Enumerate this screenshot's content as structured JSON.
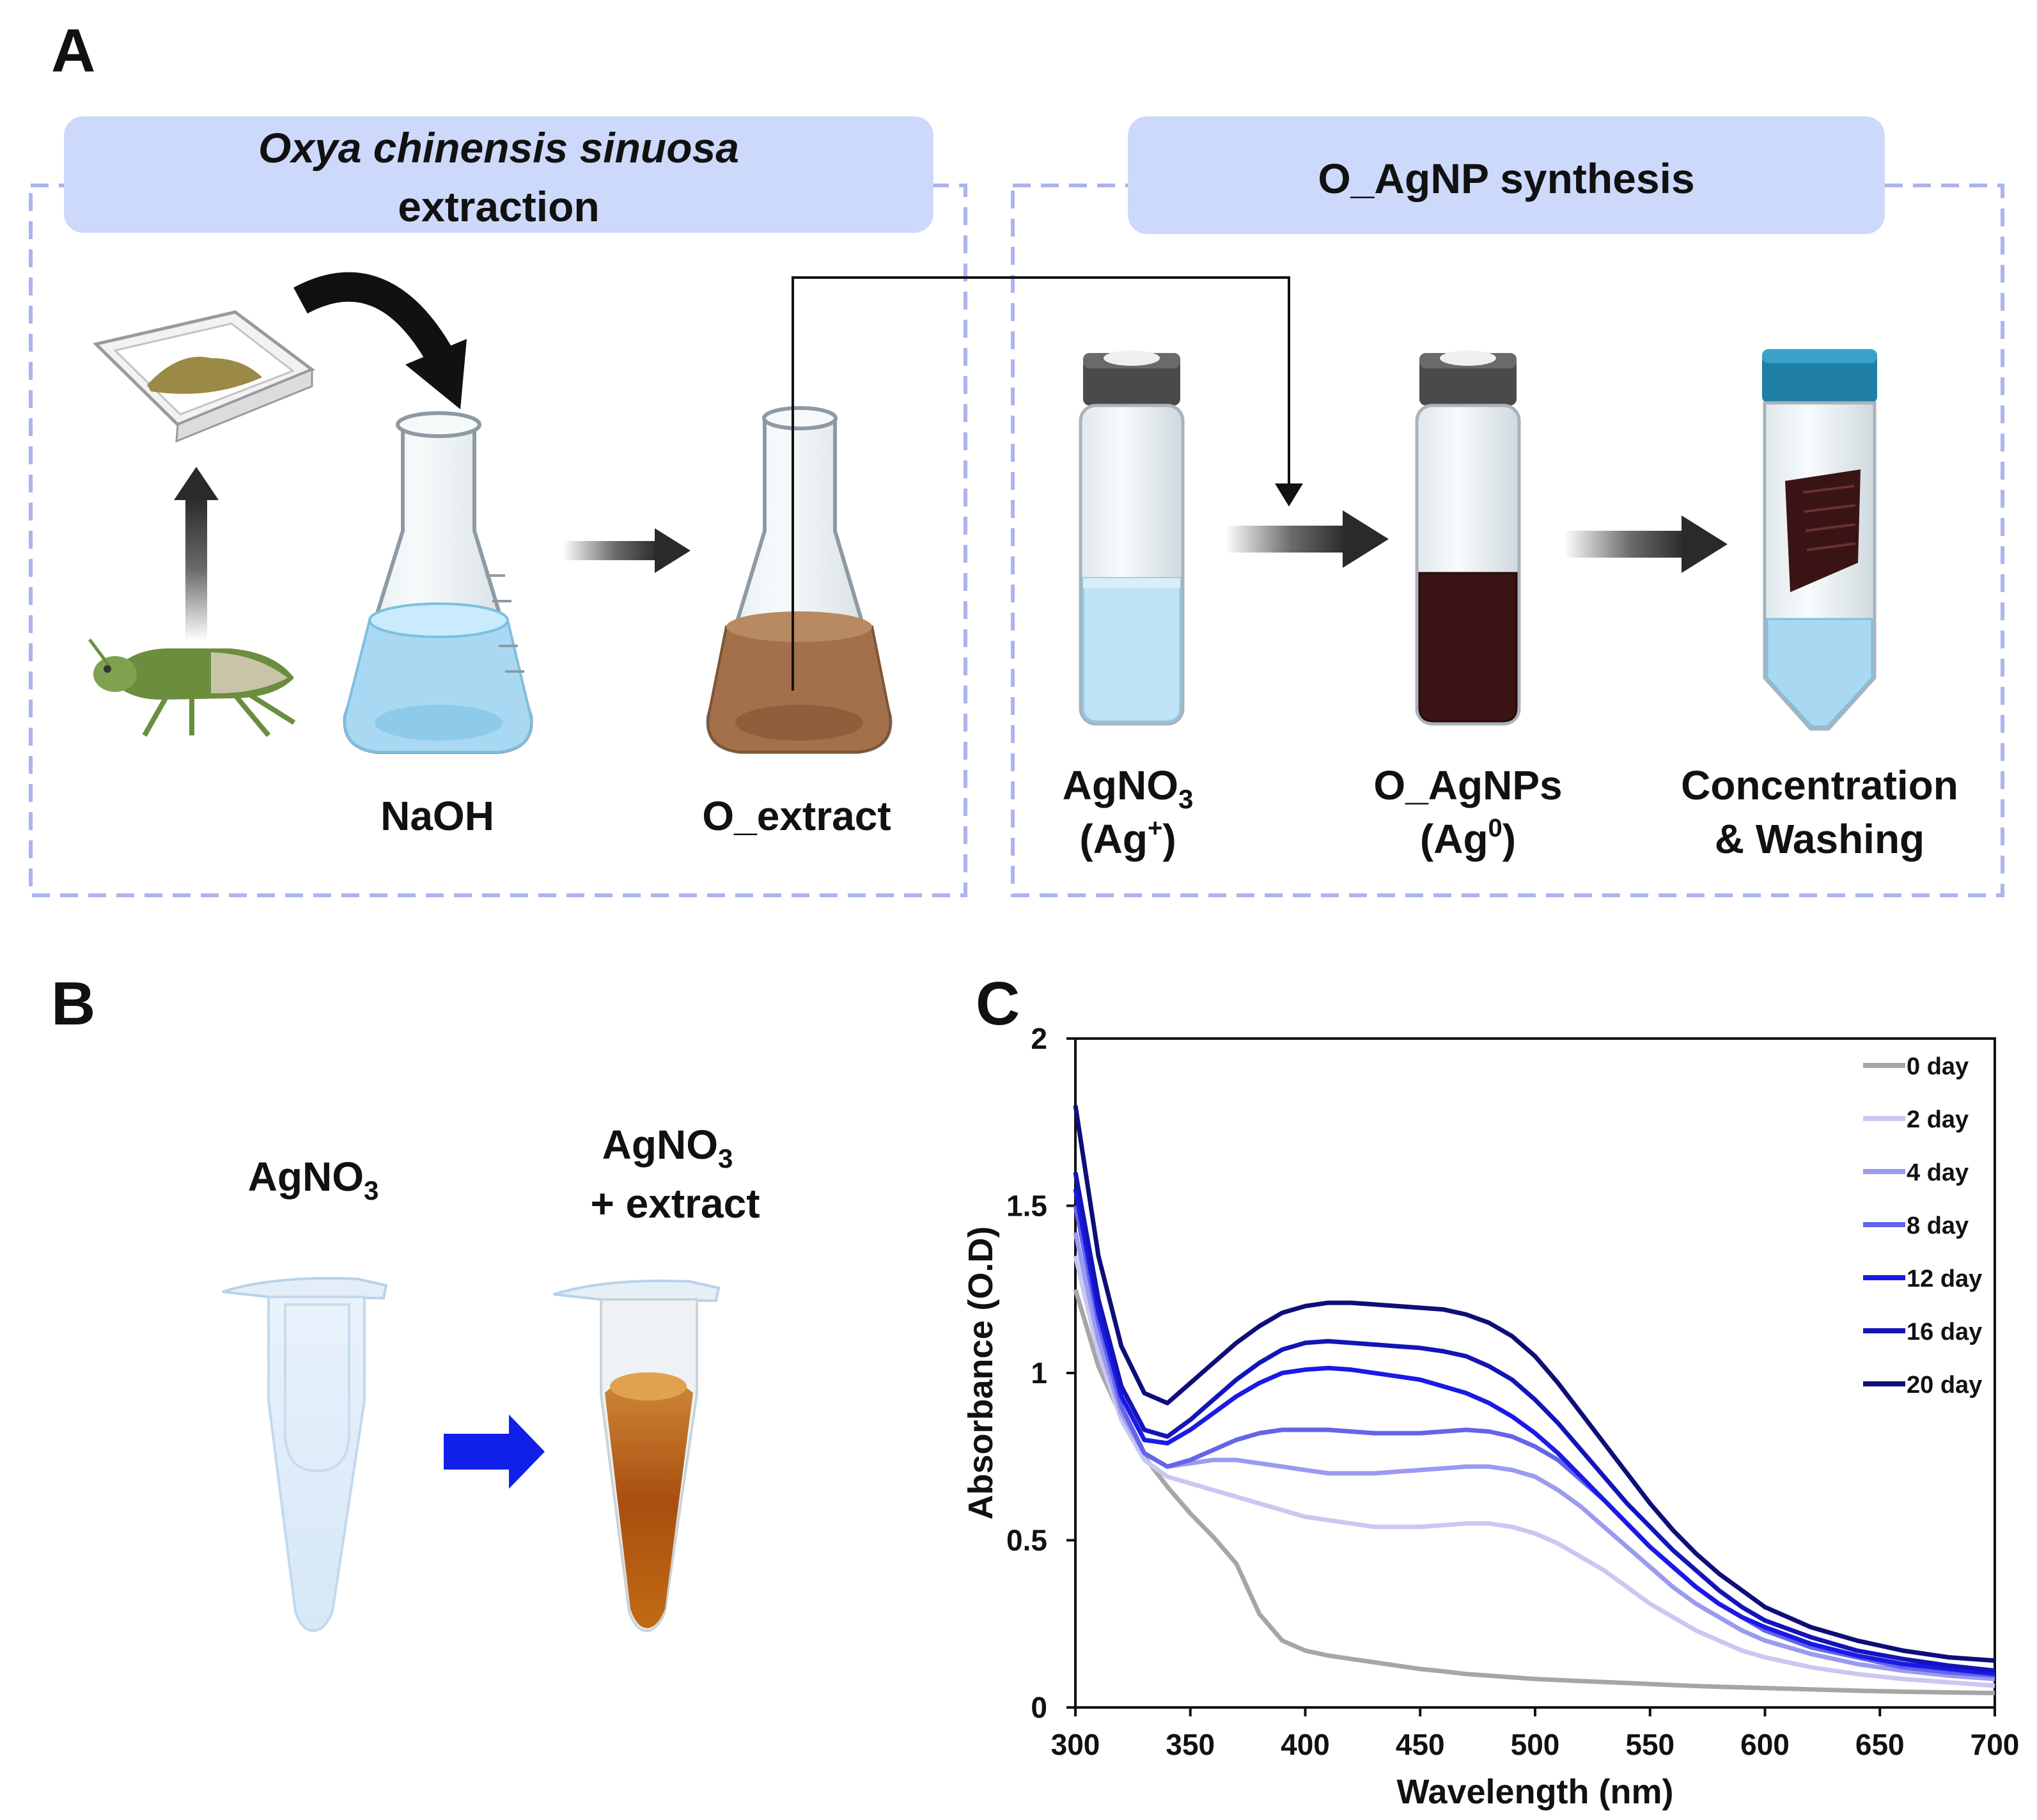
{
  "panels": {
    "a": "A",
    "b": "B",
    "c": "C"
  },
  "panel_a": {
    "extraction_header_italic": "Oxya chinensis sinuosa",
    "extraction_header_rest": "extraction",
    "synthesis_header": "O_AgNP synthesis",
    "naoh_label": "NaOH",
    "extract_label": "O_extract",
    "agno3_main": "AgNO",
    "agno3_sub": "3",
    "agplus_main": "(Ag",
    "agplus_sup": "+",
    "agplus_close": ")",
    "oagnps_label": "O_AgNPs",
    "ag0_main": "(Ag",
    "ag0_sup": "0",
    "ag0_close": ")",
    "conc_line1": "Concentration",
    "conc_line2": "& Washing"
  },
  "panel_b": {
    "left_main": "AgNO",
    "left_sub": "3",
    "right_main": "AgNO",
    "right_sub": "3",
    "right_line2": "+ extract"
  },
  "colors": {
    "header_fill": "#cdd9fb",
    "dashed_border": "#aab4ee",
    "arrow_blue": "#1020e8",
    "brown_extract": "#a2704a",
    "blue_water": "#a9d9f2",
    "dark_np": "#3a1414",
    "cap_teal": "#1f7fa6",
    "orange_tube": "#b96a1c"
  },
  "icons": [
    "tray-powder-icon",
    "grasshopper-icon",
    "erlenmeyer-flask-icon",
    "vial-icon",
    "conical-tube-icon",
    "microtube-icon"
  ],
  "chart_data": {
    "type": "line",
    "xlabel": "Wavelength (nm)",
    "ylabel": "Absorbance (O.D)",
    "xlim": [
      300,
      700
    ],
    "ylim": [
      0,
      2
    ],
    "xticks": [
      300,
      350,
      400,
      450,
      500,
      550,
      600,
      650,
      700
    ],
    "yticks": [
      "0",
      "0.5",
      "1",
      "1.5",
      "2"
    ],
    "legend_position": "top-right",
    "grid": false,
    "x": [
      300,
      310,
      320,
      330,
      340,
      350,
      360,
      370,
      380,
      390,
      400,
      410,
      420,
      430,
      440,
      450,
      460,
      470,
      480,
      490,
      500,
      510,
      520,
      530,
      540,
      550,
      560,
      570,
      580,
      590,
      600,
      620,
      640,
      660,
      680,
      700
    ],
    "series": [
      {
        "name": "0 day",
        "color": "#a6a6a6",
        "values": [
          1.25,
          1.02,
          0.87,
          0.75,
          0.66,
          0.58,
          0.51,
          0.43,
          0.28,
          0.2,
          0.17,
          0.155,
          0.145,
          0.135,
          0.125,
          0.115,
          0.108,
          0.1,
          0.095,
          0.09,
          0.085,
          0.082,
          0.079,
          0.076,
          0.073,
          0.07,
          0.067,
          0.064,
          0.062,
          0.06,
          0.058,
          0.054,
          0.05,
          0.047,
          0.045,
          0.043
        ]
      },
      {
        "name": "2 day",
        "color": "#c9c8f3",
        "values": [
          1.35,
          1.06,
          0.86,
          0.74,
          0.69,
          0.67,
          0.65,
          0.63,
          0.61,
          0.59,
          0.57,
          0.56,
          0.55,
          0.54,
          0.54,
          0.54,
          0.545,
          0.55,
          0.55,
          0.54,
          0.52,
          0.49,
          0.45,
          0.41,
          0.36,
          0.31,
          0.27,
          0.23,
          0.2,
          0.17,
          0.15,
          0.12,
          0.1,
          0.085,
          0.075,
          0.065
        ]
      },
      {
        "name": "4 day",
        "color": "#9a9af0",
        "values": [
          1.42,
          1.1,
          0.88,
          0.76,
          0.72,
          0.73,
          0.74,
          0.74,
          0.73,
          0.72,
          0.71,
          0.7,
          0.7,
          0.7,
          0.705,
          0.71,
          0.715,
          0.72,
          0.72,
          0.71,
          0.69,
          0.65,
          0.6,
          0.54,
          0.48,
          0.42,
          0.36,
          0.31,
          0.27,
          0.23,
          0.2,
          0.16,
          0.13,
          0.11,
          0.095,
          0.085
        ]
      },
      {
        "name": "8 day",
        "color": "#6464ea",
        "values": [
          1.5,
          1.15,
          0.9,
          0.76,
          0.72,
          0.74,
          0.77,
          0.8,
          0.82,
          0.83,
          0.83,
          0.83,
          0.825,
          0.82,
          0.82,
          0.82,
          0.825,
          0.83,
          0.825,
          0.81,
          0.78,
          0.74,
          0.68,
          0.62,
          0.55,
          0.48,
          0.42,
          0.36,
          0.31,
          0.27,
          0.23,
          0.18,
          0.15,
          0.12,
          0.105,
          0.095
        ]
      },
      {
        "name": "12 day",
        "color": "#1a1ae6",
        "values": [
          1.55,
          1.18,
          0.93,
          0.8,
          0.79,
          0.83,
          0.88,
          0.93,
          0.97,
          1.0,
          1.01,
          1.015,
          1.01,
          1.0,
          0.99,
          0.98,
          0.96,
          0.94,
          0.91,
          0.87,
          0.82,
          0.76,
          0.69,
          0.62,
          0.55,
          0.48,
          0.42,
          0.36,
          0.31,
          0.27,
          0.24,
          0.19,
          0.155,
          0.13,
          0.115,
          0.1
        ]
      },
      {
        "name": "16 day",
        "color": "#1414b8",
        "values": [
          1.6,
          1.22,
          0.96,
          0.83,
          0.81,
          0.86,
          0.92,
          0.98,
          1.03,
          1.07,
          1.09,
          1.095,
          1.09,
          1.085,
          1.08,
          1.075,
          1.065,
          1.05,
          1.02,
          0.98,
          0.92,
          0.85,
          0.77,
          0.69,
          0.61,
          0.54,
          0.47,
          0.41,
          0.35,
          0.3,
          0.26,
          0.21,
          0.17,
          0.145,
          0.125,
          0.11
        ]
      },
      {
        "name": "20 day",
        "color": "#0e0e78",
        "values": [
          1.8,
          1.35,
          1.08,
          0.94,
          0.91,
          0.97,
          1.03,
          1.09,
          1.14,
          1.18,
          1.2,
          1.21,
          1.21,
          1.205,
          1.2,
          1.195,
          1.19,
          1.175,
          1.15,
          1.11,
          1.05,
          0.97,
          0.88,
          0.79,
          0.7,
          0.61,
          0.53,
          0.46,
          0.4,
          0.35,
          0.3,
          0.24,
          0.2,
          0.17,
          0.15,
          0.14
        ]
      }
    ]
  }
}
